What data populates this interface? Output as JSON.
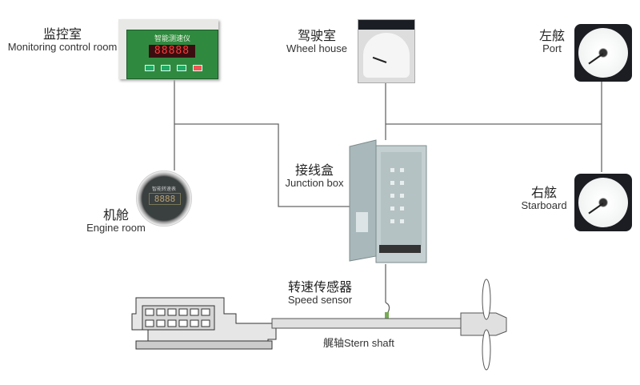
{
  "labels": {
    "monitoring": {
      "cn": "监控室",
      "en": "Monitoring control room"
    },
    "wheelhouse": {
      "cn": "驾驶室",
      "en": "Wheel house"
    },
    "port": {
      "cn": "左舷",
      "en": "Port"
    },
    "starboard": {
      "cn": "右舷",
      "en": "Starboard"
    },
    "junction": {
      "cn": "接线盒",
      "en": "Junction box"
    },
    "engine_room": {
      "cn": "机舱",
      "en": "Engine room"
    },
    "sensor": {
      "cn": "转速传感器",
      "en": "Speed sensor"
    },
    "shaft": {
      "cn": "艉轴",
      "en": "Stern shaft"
    }
  },
  "devices": {
    "monitor_panel": {
      "title": "智能测速仪",
      "display": "88888"
    },
    "engine_gauge": {
      "title": "智能转速表",
      "display": "8888"
    }
  },
  "colors": {
    "panel_green": "#2f8a3f",
    "led_red": "#ff3a3a",
    "line": "#666666",
    "cabinet": "#b9c6c8"
  }
}
